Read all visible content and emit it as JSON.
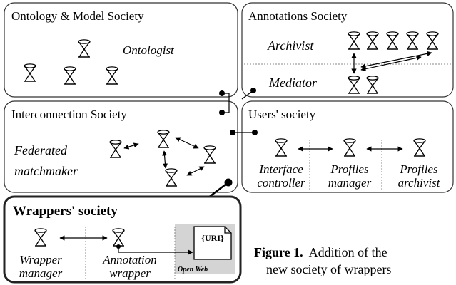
{
  "societies": {
    "ontology": {
      "title": "Ontology & Model Society",
      "agent_label": "Ontologist"
    },
    "annotations": {
      "title": "Annotations Society",
      "archivist_label": "Archivist",
      "mediator_label": "Mediator"
    },
    "interconnection": {
      "title": "Interconnection Society",
      "agent_label_line1": "Federated",
      "agent_label_line2": "matchmaker"
    },
    "users": {
      "title": "Users' society",
      "agents": [
        {
          "line1": "Interface",
          "line2": "controller"
        },
        {
          "line1": "Profiles",
          "line2": "manager"
        },
        {
          "line1": "Profiles",
          "line2": "archivist"
        }
      ]
    },
    "wrappers": {
      "title": "Wrappers' society",
      "agents": [
        {
          "line1": "Wrapper",
          "line2": "manager"
        },
        {
          "line1": "Annotation",
          "line2": "wrapper"
        }
      ],
      "uri_label": "{URI}",
      "open_web_label": "Open Web"
    }
  },
  "caption": {
    "label": "Figure 1.",
    "line1_rest": "  Addition of the",
    "line2": "new society of wrappers"
  }
}
